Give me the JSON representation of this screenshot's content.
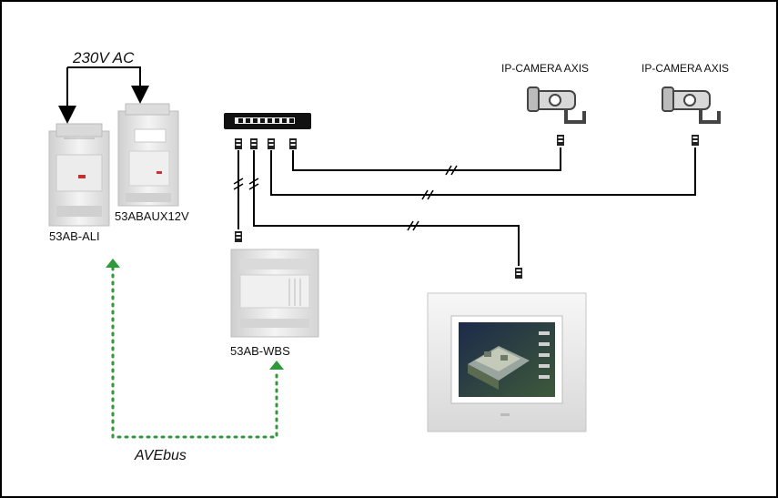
{
  "labels": {
    "power": "230V AC",
    "ali": "53AB-ALI",
    "aux": "53ABAUX12V",
    "wbs": "53AB-WBS",
    "camera_1": "IP-CAMERA AXIS",
    "camera_2": "IP-CAMERA AXIS",
    "bus": "AVEbus"
  },
  "colors": {
    "wire": "#000000",
    "bus": "#2e9a3a",
    "device_body": "#e6e6e6",
    "switch_body": "#111111",
    "screen": "#2a3a5c"
  }
}
